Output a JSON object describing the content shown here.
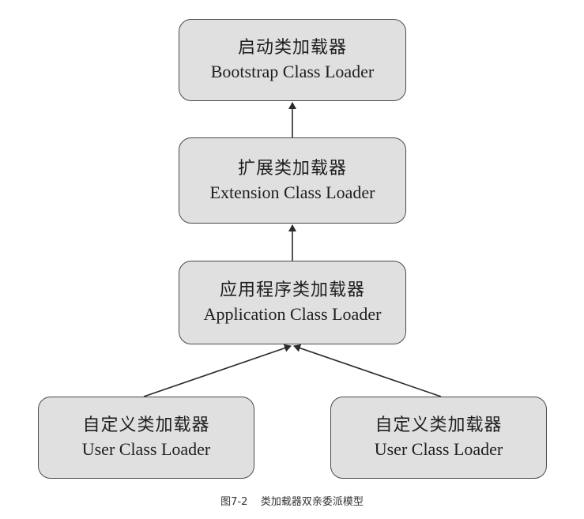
{
  "nodes": {
    "bootstrap": {
      "zh": "启动类加载器",
      "en": "Bootstrap Class Loader"
    },
    "extension": {
      "zh": "扩展类加载器",
      "en": "Extension Class Loader"
    },
    "application": {
      "zh": "应用程序类加载器",
      "en": "Application Class Loader"
    },
    "user1": {
      "zh": "自定义类加载器",
      "en": "User Class Loader"
    },
    "user2": {
      "zh": "自定义类加载器",
      "en": "User Class Loader"
    }
  },
  "edges": [
    {
      "from": "extension",
      "to": "bootstrap"
    },
    {
      "from": "application",
      "to": "extension"
    },
    {
      "from": "user1",
      "to": "application"
    },
    {
      "from": "user2",
      "to": "application"
    }
  ],
  "caption": {
    "figure_no": "图7-2",
    "text": "类加载器双亲委派模型"
  },
  "colors": {
    "node_fill": "#e0e0e0",
    "node_border": "#4a4a4a",
    "arrow": "#2a2a2a"
  }
}
